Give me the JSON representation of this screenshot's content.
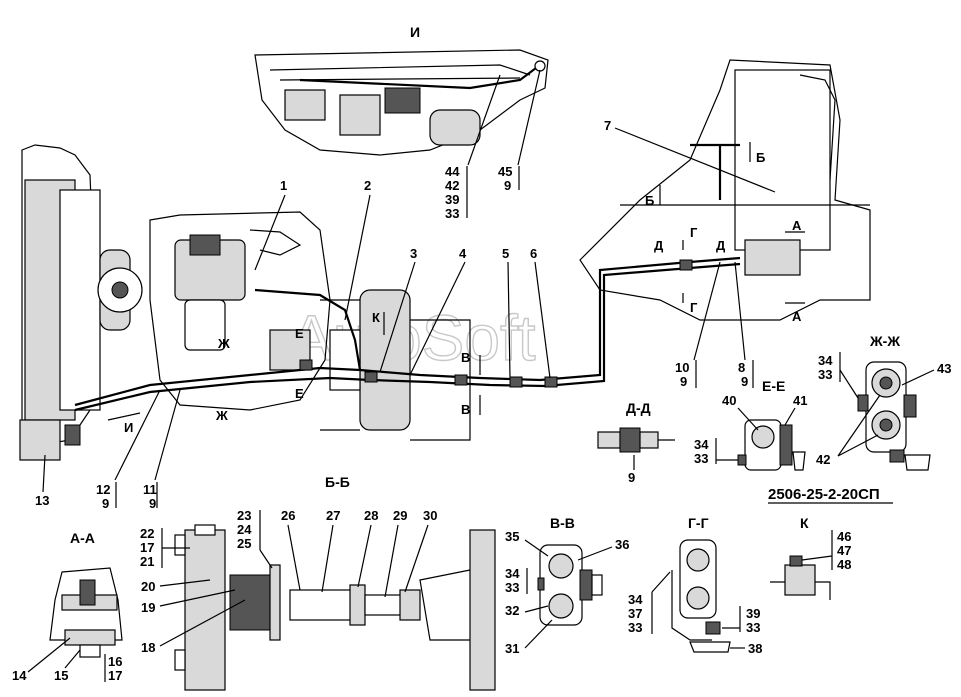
{
  "document_code": "2506-25-2-20СП",
  "watermark": "AutoSoft",
  "section_titles": {
    "view_i": "И",
    "bb": "Б-Б",
    "aa": "А-А",
    "vv": "В-В",
    "gg": "Г-Г",
    "k": "К",
    "dd": "Д-Д",
    "ee": "Е-Е",
    "zhzh": "Ж-Ж"
  },
  "cut_marks": {
    "b": "Б",
    "a": "А",
    "g": "Г",
    "d": "Д",
    "v": "В",
    "e": "Е",
    "zh": "Ж",
    "i": "И",
    "k": "К"
  },
  "callouts": {
    "c1": "1",
    "c2": "2",
    "c3": "3",
    "c4": "4",
    "c5": "5",
    "c6": "6",
    "c7": "7",
    "c8": "8",
    "c9": "9",
    "c10": "10",
    "c11": "11",
    "c12": "12",
    "c13": "13",
    "c14": "14",
    "c15": "15",
    "c16": "16",
    "c17": "17",
    "c18": "18",
    "c19": "19",
    "c20": "20",
    "c21": "21",
    "c22": "22",
    "c23": "23",
    "c24": "24",
    "c25": "25",
    "c26": "26",
    "c27": "27",
    "c28": "28",
    "c29": "29",
    "c30": "30",
    "c31": "31",
    "c32": "32",
    "c33": "33",
    "c34": "34",
    "c35": "35",
    "c36": "36",
    "c37": "37",
    "c38": "38",
    "c39": "39",
    "c40": "40",
    "c41": "41",
    "c42": "42",
    "c43": "43",
    "c44": "44",
    "c45": "45",
    "c46": "46",
    "c47": "47",
    "c48": "48"
  }
}
